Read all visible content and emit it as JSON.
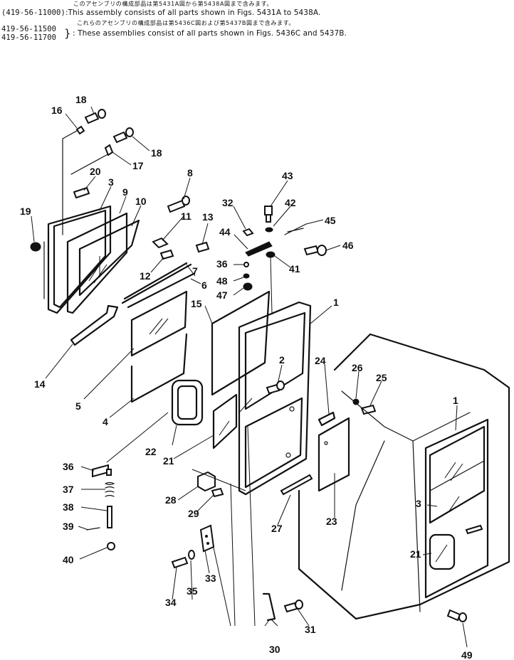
{
  "header": {
    "line1_jp": "このアセンブリの構成部品は第5431A図から第5438A図まで含みます。",
    "line1_code": "(419-56-11000)",
    "line1_en": ":This assembly consists of all parts shown in Figs. 5431A to 5438A.",
    "line2_jp": "これらのアセンブリの構成部品は第5436C図および第5437B図まで含みます。",
    "line2_code_a": "419-56-11500",
    "line2_code_b": "419-56-11700",
    "line2_en": ": These assemblies consist of all parts shown in Figs. 5436C and 5437B."
  },
  "callouts": {
    "c1a": "1",
    "c1b": "1",
    "c2": "2",
    "c3a": "3",
    "c3b": "3",
    "c4": "4",
    "c5": "5",
    "c6": "6",
    "c7": "7",
    "c8": "8",
    "c9": "9",
    "c10": "10",
    "c11": "11",
    "c12": "12",
    "c13": "13",
    "c14": "14",
    "c15": "15",
    "c16": "16",
    "c17": "17",
    "c18a": "18",
    "c18b": "18",
    "c19": "19",
    "c20": "20",
    "c21a": "21",
    "c21b": "21",
    "c22": "22",
    "c23": "23",
    "c24": "24",
    "c25": "25",
    "c26": "26",
    "c27": "27",
    "c28": "28",
    "c29": "29",
    "c30": "30",
    "c31": "31",
    "c32": "32",
    "c33": "33",
    "c34": "34",
    "c35": "35",
    "c36a": "36",
    "c36b": "36",
    "c37": "37",
    "c38": "38",
    "c39": "39",
    "c40": "40",
    "c41": "41",
    "c42": "42",
    "c43": "43",
    "c44": "44",
    "c45": "45",
    "c46": "46",
    "c47": "47",
    "c48": "48",
    "c49": "49"
  }
}
